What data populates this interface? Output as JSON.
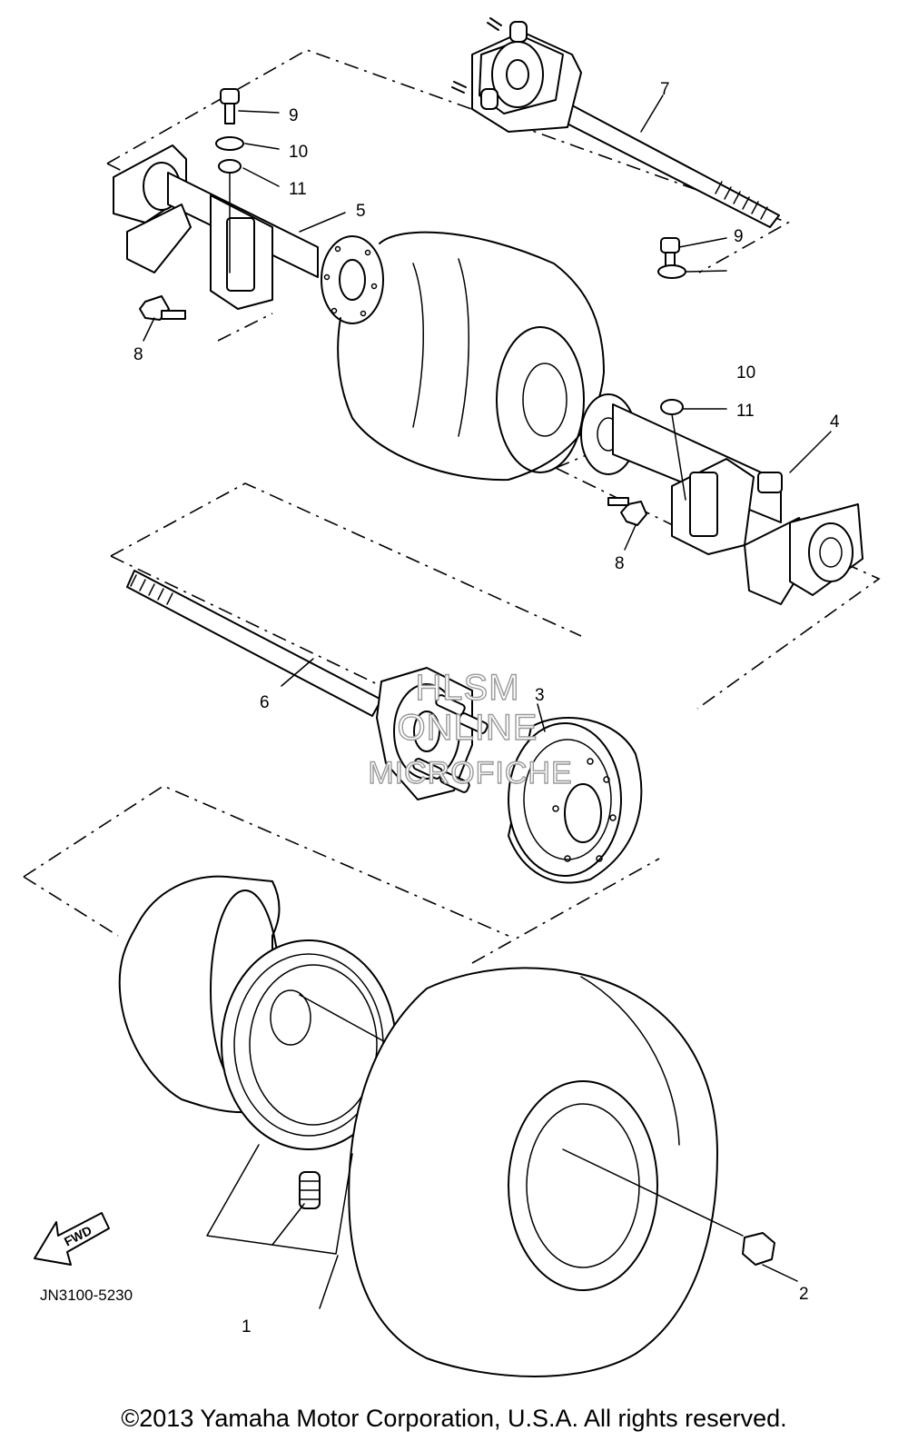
{
  "diagram": {
    "part_callouts": [
      "1",
      "2",
      "3",
      "4",
      "5",
      "6",
      "7",
      "8",
      "8",
      "9",
      "9",
      "10",
      "10",
      "11",
      "11"
    ],
    "drawing_code": "JN3100-5230",
    "direction_marker": "FWD",
    "watermark": [
      "HLSM",
      "ONLINE",
      "MICROFICHE"
    ],
    "copyright": "©2013 Yamaha Motor Corporation, U.S.A. All rights reserved."
  }
}
